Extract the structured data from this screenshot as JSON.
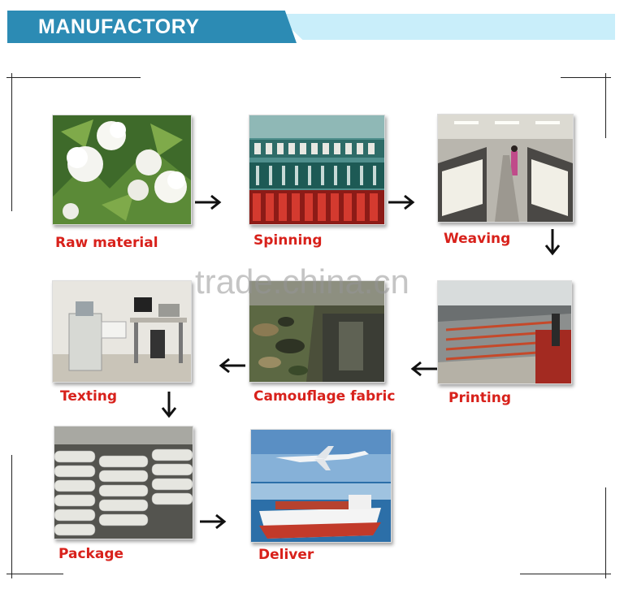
{
  "header": {
    "title": "MANUFACTORY"
  },
  "watermark": "trade.china.cn",
  "steps": [
    {
      "label": "Raw material"
    },
    {
      "label": "Spinning"
    },
    {
      "label": "Weaving"
    },
    {
      "label": "Printing"
    },
    {
      "label": "Camouflage fabric"
    },
    {
      "label": "Texting"
    },
    {
      "label": "Package"
    },
    {
      "label": "Deliver"
    }
  ],
  "colors": {
    "header_dark": "#2c8bb4",
    "header_light": "#c9eefa",
    "caption": "#d8211b"
  },
  "icons": {
    "arrow": "arrow-icon"
  }
}
